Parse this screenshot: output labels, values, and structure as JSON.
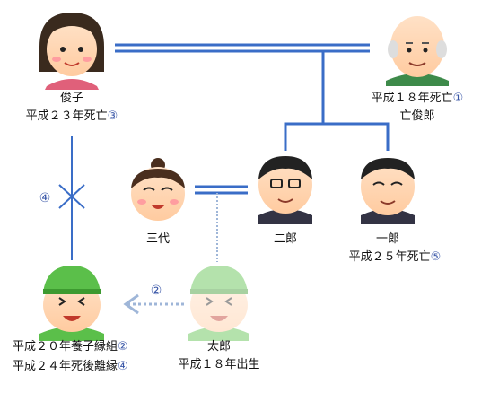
{
  "people": {
    "toshiko": {
      "name": "俊子",
      "status": "平成２３年死亡",
      "mark": "③"
    },
    "deceased_husband": {
      "status": "平成１８年死亡",
      "mark": "①",
      "name": "亡俊郎"
    },
    "sandai": {
      "name": "三代"
    },
    "jiro": {
      "name": "二郎"
    },
    "ichiro": {
      "name": "一郎",
      "status": "平成２５年死亡",
      "mark": "⑤"
    },
    "taro": {
      "name": "太郎",
      "status": "平成１８年出生"
    },
    "adoptee": {
      "line1": "平成２０年養子縁組",
      "mark1": "②",
      "line2": "平成２４年死後離縁",
      "mark2": "④"
    }
  },
  "edge_marks": {
    "divorce": "④",
    "adoption_arrow": "②"
  },
  "colors": {
    "line": "#3a6dc7",
    "circle_text": "#3a57a8",
    "arrow": "#9fb6d8"
  }
}
